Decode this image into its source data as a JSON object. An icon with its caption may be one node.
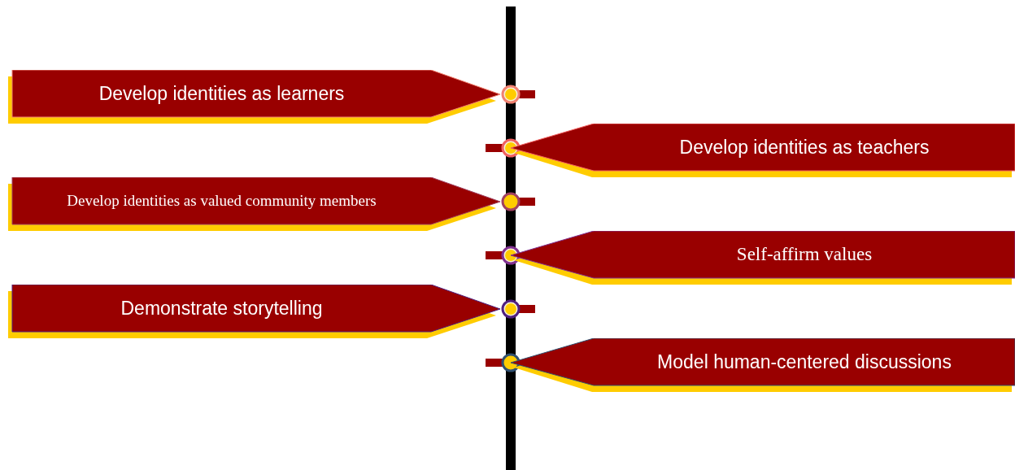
{
  "diagram": {
    "nodes": [
      {
        "text": [
          "Develop identities as learners"
        ]
      },
      {
        "text": [
          "Develop identities as teachers"
        ]
      },
      {
        "text": [
          "Develop identities as valued community members"
        ]
      },
      {
        "text": [
          "Self-affirm values"
        ]
      },
      {
        "text": [
          "Demonstrate storytelling"
        ]
      },
      {
        "text": [
          "Model human-centered discussions"
        ]
      }
    ]
  }
}
